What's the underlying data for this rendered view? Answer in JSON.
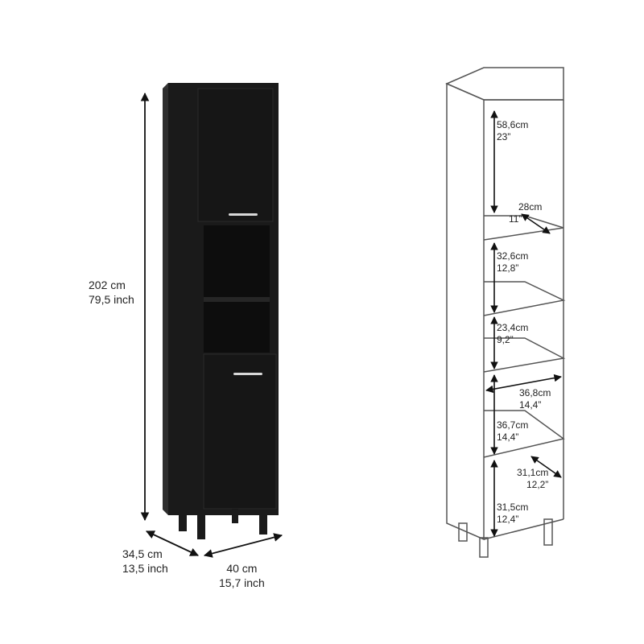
{
  "colors": {
    "cabinet_body": "#1a1a1a",
    "cabinet_edge": "#2e2e2e",
    "cabinet_interior": "#0d0d0d",
    "outline": "#555555",
    "dimension_line": "#111111",
    "handle": "#d8d8d8"
  },
  "overall_dimensions": {
    "height_cm": "202 cm",
    "height_in": "79,5 inch",
    "depth_cm": "34,5 cm",
    "depth_in": "13,5 inch",
    "width_cm": "40 cm",
    "width_in": "15,7 inch"
  },
  "interior_dimensions": [
    {
      "cm": "58,6cm",
      "in": "23”"
    },
    {
      "cm": "28cm",
      "in": "11”"
    },
    {
      "cm": "32,6cm",
      "in": "12,8”"
    },
    {
      "cm": "23,4cm",
      "in": "9,2”"
    },
    {
      "cm": "36,8cm",
      "in": "14,4”"
    },
    {
      "cm": "36,7cm",
      "in": "14,4”"
    },
    {
      "cm": "31,1cm",
      "in": "12,2”"
    },
    {
      "cm": "31,5cm",
      "in": "12,4”"
    }
  ]
}
